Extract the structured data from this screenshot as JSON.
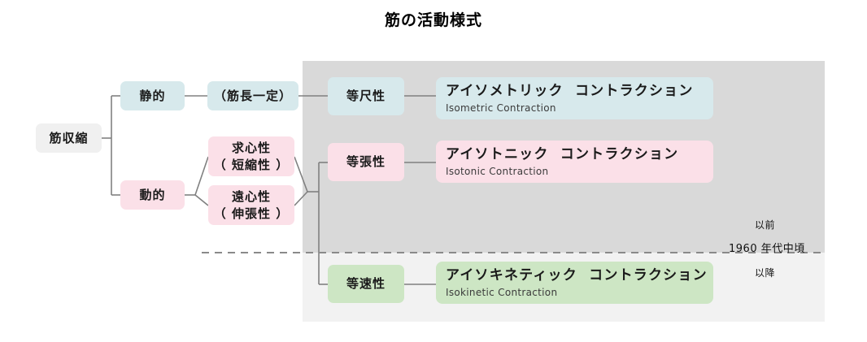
{
  "title": "筋の活動様式",
  "diagram": {
    "type": "tree-diagram",
    "root": {
      "label": "筋収縮",
      "color": "#f0f0f0"
    },
    "level1": [
      {
        "label": "静的",
        "color": "#d7e9ec"
      },
      {
        "label": "動的",
        "color": "#fbe0e8"
      }
    ],
    "level2": [
      {
        "label": "（筋長一定）",
        "color": "#d7e9ec"
      },
      {
        "line1": "求心性",
        "line2": "（ 短縮性 ）",
        "color": "#fbe0e8"
      },
      {
        "line1": "遠心性",
        "line2": "（ 伸張性 ）",
        "color": "#fbe0e8"
      }
    ],
    "types": [
      {
        "jp": "等尺性",
        "kana": "アイソメトリック  コントラクション",
        "eng": "Isometric Contraction",
        "color": "#d7e9ec"
      },
      {
        "jp": "等張性",
        "kana": "アイソトニック  コントラクション",
        "eng": "Isotonic Contraction",
        "color": "#fbe0e8"
      },
      {
        "jp": "等速性",
        "kana": "アイソキネティック  コントラクション",
        "eng": "Isokinetic Contraction",
        "color": "#cde6c4"
      }
    ],
    "era": {
      "before": "以前",
      "midpoint": "1960 年代中頃",
      "after": "以降"
    },
    "panel_colors": {
      "upper": "#d9d9d9",
      "lower": "#f2f2f2",
      "connector": "#808080",
      "divider": "#808080"
    }
  }
}
